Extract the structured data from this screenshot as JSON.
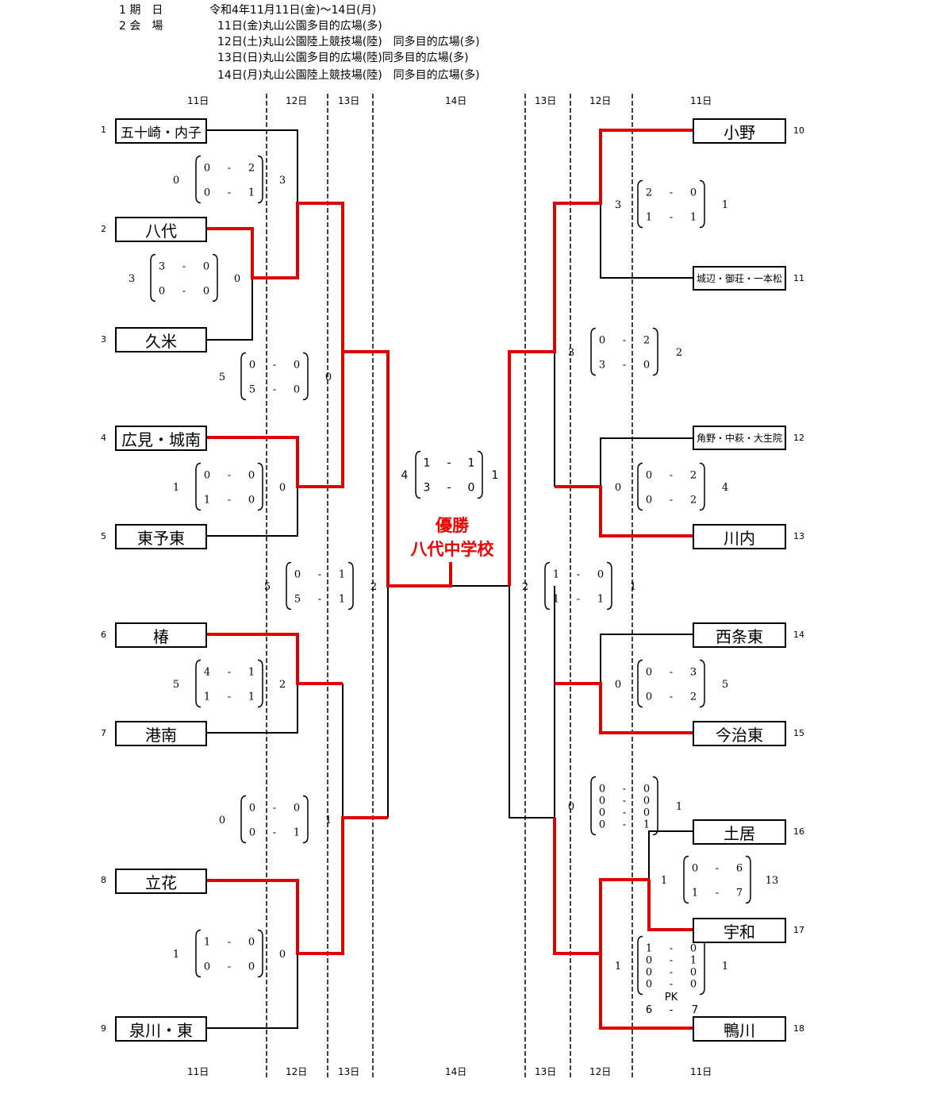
{
  "header": {
    "period_label": "1 期　日",
    "period_value": "令和4年11月11日(金)～14日(月)",
    "venue_label": "2 会　場",
    "venues": [
      "11日(金)丸山公園多目的広場(多)",
      "12日(土)丸山公園陸上競技場(陸)　同多目的広場(多)",
      "13日(日)丸山公園多目的広場(陸)同多目的広場(多)",
      "14日(月)丸山公園陸上競技場(陸)　同多目的広場(多)"
    ]
  },
  "day_labels": {
    "top": [
      "11日",
      "12日",
      "13日",
      "14日",
      "13日",
      "12日",
      "11日"
    ],
    "bottom": [
      "11日",
      "12日",
      "13日",
      "14日",
      "13日",
      "12日",
      "11日"
    ]
  },
  "teams_left": [
    {
      "no": "1",
      "name": "五十崎・内子"
    },
    {
      "no": "2",
      "name": "八代"
    },
    {
      "no": "3",
      "name": "久米"
    },
    {
      "no": "4",
      "name": "広見・城南"
    },
    {
      "no": "5",
      "name": "東予東"
    },
    {
      "no": "6",
      "name": "椿"
    },
    {
      "no": "7",
      "name": "港南"
    },
    {
      "no": "8",
      "name": "立花"
    },
    {
      "no": "9",
      "name": "泉川・東"
    }
  ],
  "teams_right": [
    {
      "no": "10",
      "name": "小野"
    },
    {
      "no": "11",
      "name": "城辺・御荘・一本松"
    },
    {
      "no": "12",
      "name": "角野・中萩・大生院"
    },
    {
      "no": "13",
      "name": "川内"
    },
    {
      "no": "14",
      "name": "西条東"
    },
    {
      "no": "15",
      "name": "今治東"
    },
    {
      "no": "16",
      "name": "土居"
    },
    {
      "no": "17",
      "name": "宇和"
    },
    {
      "no": "18",
      "name": "鴨川"
    }
  ],
  "scores": [
    {
      "l": "0",
      "r": "3",
      "rows": [
        [
          "0",
          "2"
        ],
        [
          "0",
          "1"
        ]
      ]
    },
    {
      "l": "3",
      "r": "0",
      "rows": [
        [
          "3",
          "0"
        ],
        [
          "0",
          "0"
        ]
      ]
    },
    {
      "l": "5",
      "r": "0",
      "rows": [
        [
          "0",
          "0"
        ],
        [
          "5",
          "0"
        ]
      ]
    },
    {
      "l": "1",
      "r": "0",
      "rows": [
        [
          "0",
          "0"
        ],
        [
          "1",
          "0"
        ]
      ]
    },
    {
      "l": "5",
      "r": "2",
      "rows": [
        [
          "0",
          "1"
        ],
        [
          "5",
          "1"
        ]
      ]
    },
    {
      "l": "5",
      "r": "2",
      "rows": [
        [
          "4",
          "1"
        ],
        [
          "1",
          "1"
        ]
      ]
    },
    {
      "l": "0",
      "r": "1",
      "rows": [
        [
          "0",
          "0"
        ],
        [
          "0",
          "1"
        ]
      ]
    },
    {
      "l": "1",
      "r": "0",
      "rows": [
        [
          "1",
          "0"
        ],
        [
          "0",
          "0"
        ]
      ]
    },
    {
      "l": "4",
      "r": "1",
      "rows": [
        [
          "1",
          "1"
        ],
        [
          "3",
          "0"
        ]
      ]
    },
    {
      "l": "3",
      "r": "1",
      "rows": [
        [
          "2",
          "0"
        ],
        [
          "1",
          "1"
        ]
      ]
    },
    {
      "l": "3",
      "r": "2",
      "rows": [
        [
          "0",
          "2"
        ],
        [
          "3",
          "0"
        ]
      ]
    },
    {
      "l": "0",
      "r": "4",
      "rows": [
        [
          "0",
          "2"
        ],
        [
          "0",
          "2"
        ]
      ]
    },
    {
      "l": "2",
      "r": "1",
      "rows": [
        [
          "1",
          "0"
        ],
        [
          "1",
          "1"
        ]
      ]
    },
    {
      "l": "0",
      "r": "5",
      "rows": [
        [
          "0",
          "3"
        ],
        [
          "0",
          "2"
        ]
      ]
    },
    {
      "l": "0",
      "r": "1",
      "rows": [
        [
          "0",
          "0"
        ],
        [
          "0",
          "0"
        ],
        [
          "0",
          "0"
        ],
        [
          "0",
          "1"
        ]
      ]
    },
    {
      "l": "1",
      "r": "13",
      "rows": [
        [
          "0",
          "6"
        ],
        [
          "1",
          "7"
        ]
      ]
    },
    {
      "l": "1",
      "r": "1",
      "rows": [
        [
          "1",
          "0"
        ],
        [
          "0",
          "1"
        ],
        [
          "0",
          "0"
        ],
        [
          "0",
          "0"
        ]
      ]
    }
  ],
  "pk": {
    "label": "PK",
    "left": "6",
    "right": "7"
  },
  "champion": {
    "line1": "優勝",
    "line2": "八代中学校"
  },
  "colors": {
    "win_line": "#e00000",
    "line": "#000000"
  }
}
